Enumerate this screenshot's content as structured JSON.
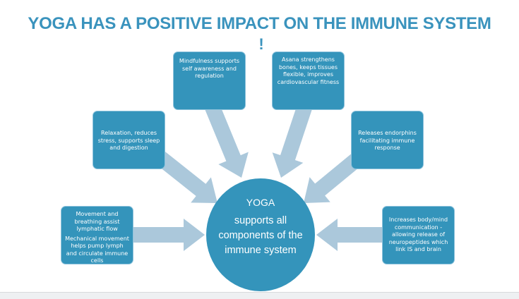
{
  "title": "YOGA HAS A POSITIVE IMPACT ON THE IMMUNE SYSTEM",
  "title_suffix": "!",
  "center": {
    "heading": "YOGA",
    "text": "supports all components of the immune system"
  },
  "boxes": {
    "mindfulness": "Mindfulness supports self awareness and regulation",
    "asana": "Asana strengthens bones, keeps tissues flexible, improves cardiovascular fitness",
    "relaxation": "Relaxation, reduces stress, supports sleep and digestion",
    "endorphins": "Releases endorphins facilitating immune response",
    "movement_1": "Movement and breathing assist lymphatic flow",
    "movement_2": "Mechanical movement helps pump lymph and circulate immune cells",
    "communication": "Increases body/mind communication - allowing release of neuropeptides which link IS and brain"
  },
  "colors": {
    "title": "#3a93bd",
    "box": "#3494bb",
    "arrow": "#abc8db"
  }
}
